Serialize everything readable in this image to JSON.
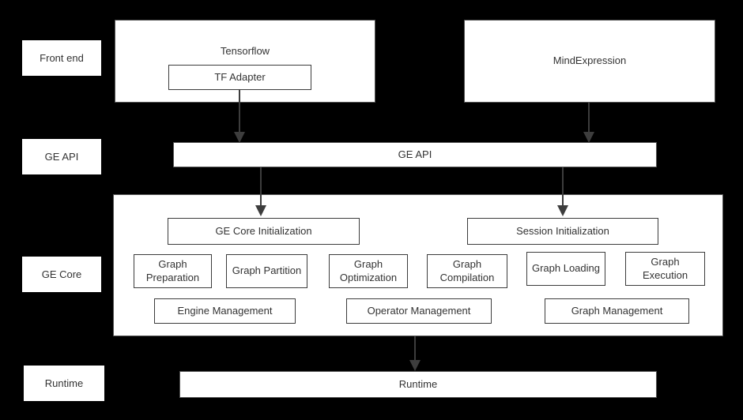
{
  "layers": {
    "frontend": "Front end",
    "ge_api": "GE API",
    "ge_core": "GE Core",
    "runtime": "Runtime"
  },
  "frontend": {
    "tensorflow": "Tensorflow",
    "tf_adapter": "TF Adapter",
    "mindexpression": "MindExpression"
  },
  "ge_api_bar": "GE API",
  "ge_core": {
    "init": [
      "GE Core Initialization",
      "Session Initialization"
    ],
    "modules": [
      "Graph Preparation",
      "Graph Partition",
      "Graph Optimization",
      "Graph Compilation",
      "Graph Loading",
      "Graph Execution"
    ],
    "management": [
      "Engine Management",
      "Operator Management",
      "Graph Management"
    ]
  },
  "runtime_bar": "Runtime",
  "colors": {
    "background": "#000000",
    "box_fill": "#ffffff",
    "box_border": "#555555",
    "text": "#333333",
    "arrow": "#3d3d3d"
  }
}
